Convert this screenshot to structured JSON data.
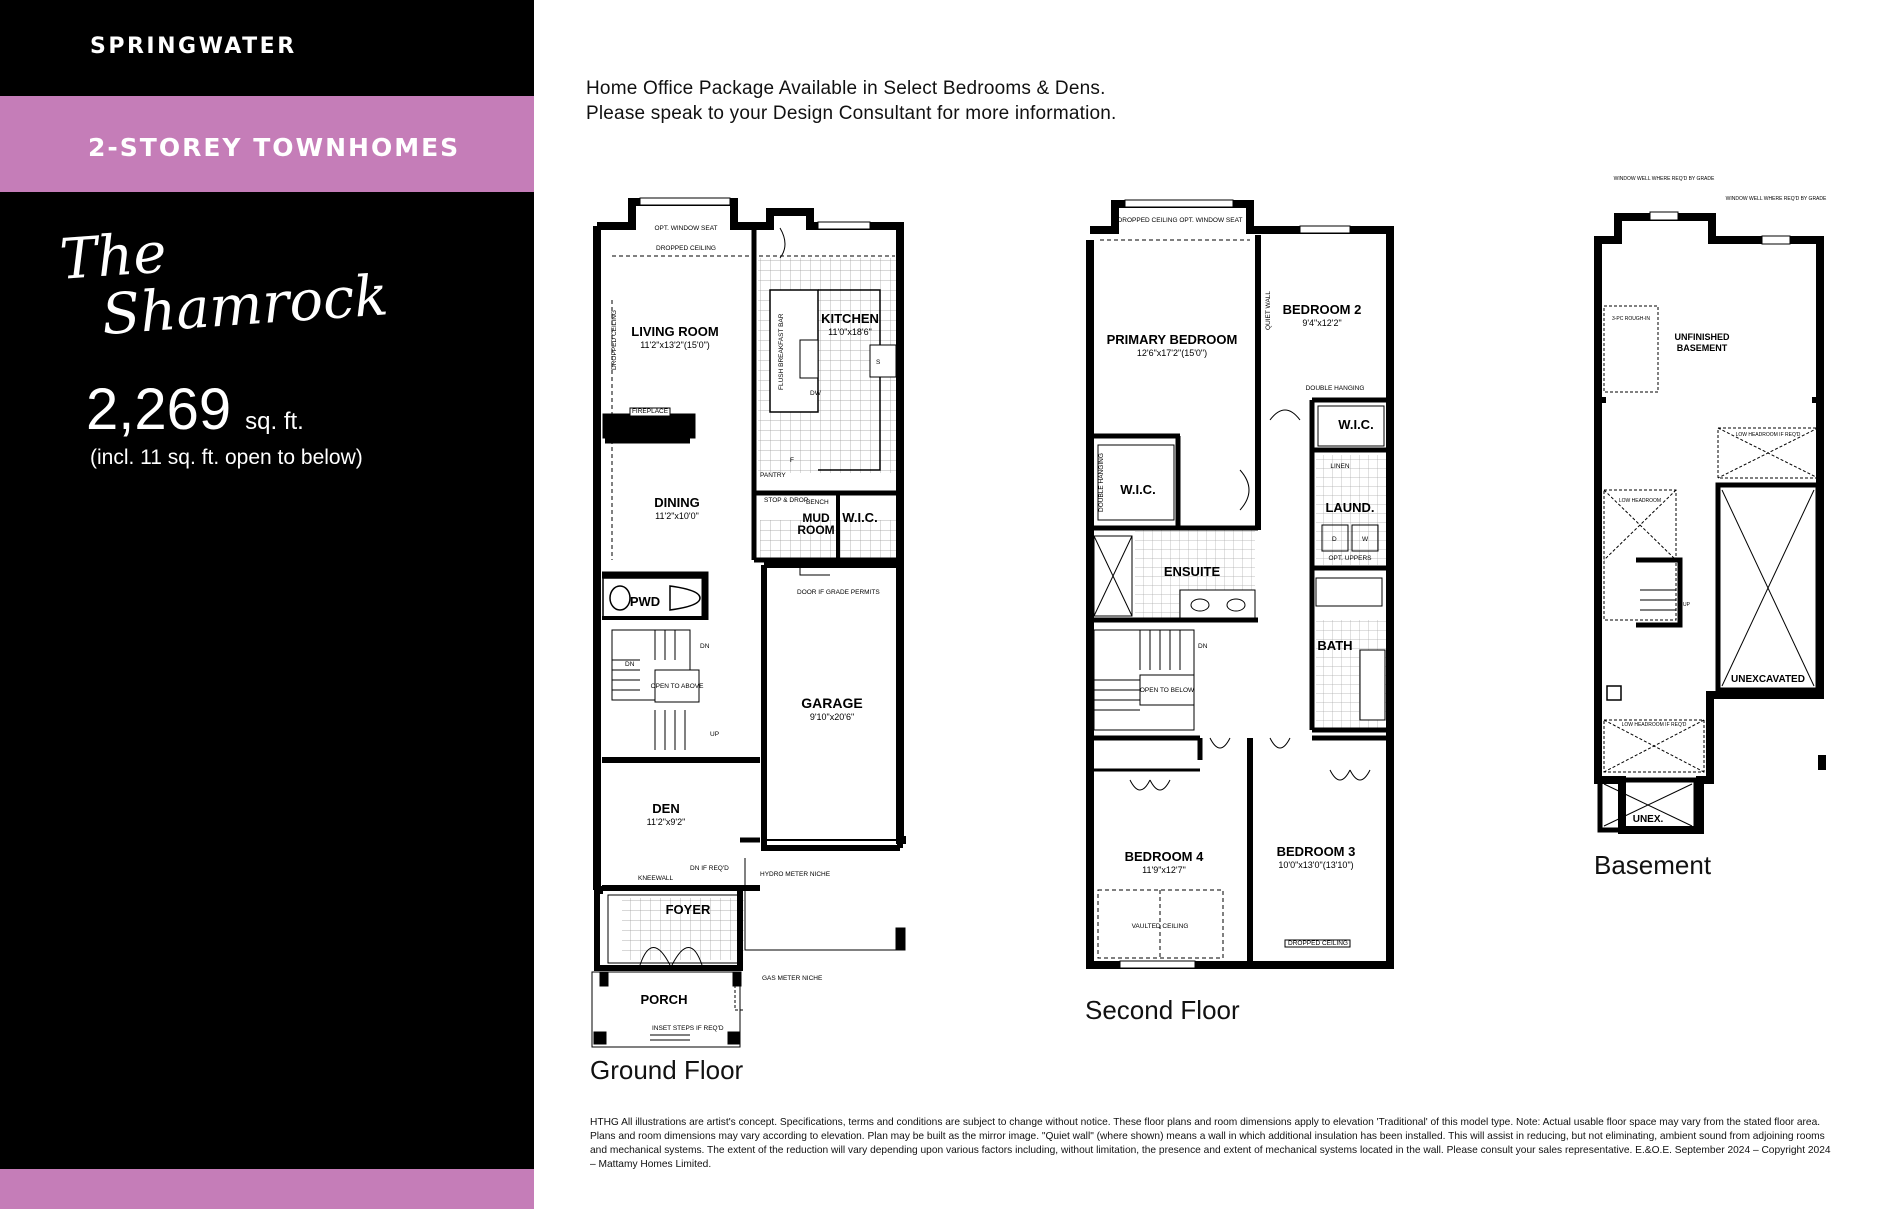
{
  "sidebar": {
    "brand": "SPRINGWATER",
    "category": "2-STOREY TOWNHOMES",
    "model_name_line1": "The",
    "model_name_line2": "Shamrock",
    "sqft_value": "2,269",
    "sqft_unit": "sq. ft.",
    "sqft_note": "(incl. 11 sq. ft. open to below)"
  },
  "notice": {
    "line1": "Home Office Package Available in Select Bedrooms & Dens.",
    "line2": "Please speak to your Design Consultant for more information."
  },
  "ground_floor": {
    "label": "Ground Floor",
    "rooms": {
      "living_room": "LIVING ROOM",
      "living_room_dim": "11'2\"x13'2\"(15'0\")",
      "kitchen": "KITCHEN",
      "kitchen_dim": "11'0\"x18'6\"",
      "dining": "DINING",
      "dining_dim": "11'2\"x10'0\"",
      "pwd": "PWD",
      "mud_room": "MUD",
      "mud_room_2": "ROOM",
      "wic": "W.I.C.",
      "garage": "GARAGE",
      "garage_dim": "9'10\"x20'6\"",
      "den": "DEN",
      "den_dim": "11'2\"x9'2\"",
      "foyer": "FOYER",
      "porch": "PORCH"
    },
    "notes": {
      "opt_window_seat": "OPT. WINDOW SEAT",
      "dropped_ceiling": "DROPPED CEILING",
      "fireplace": "FIREPLACE",
      "pantry": "PANTRY",
      "stop_drop": "STOP & DROP",
      "bench": "BENCH",
      "open_to_above": "OPEN TO ABOVE",
      "dn": "DN",
      "up": "UP",
      "kneewall": "KNEEWALL",
      "dn_if_reqd": "DN IF REQ'D",
      "door_if_grade_permits": "DOOR IF GRADE PERMITS",
      "hydro_meter": "HYDRO METER NICHE",
      "gas_meter": "GAS METER NICHE",
      "inset_steps": "INSET STEPS IF REQ'D",
      "flush_breakfast_bar": "FLUSH BREAKFAST BAR",
      "dw": "DW",
      "f": "F",
      "s": "S"
    }
  },
  "second_floor": {
    "label": "Second Floor",
    "rooms": {
      "primary_bedroom": "PRIMARY BEDROOM",
      "primary_bedroom_dim": "12'6\"x17'2\"(15'0\")",
      "bedroom2": "BEDROOM 2",
      "bedroom2_dim": "9'4\"x12'2\"",
      "wic1": "W.I.C.",
      "wic2": "W.I.C.",
      "laund": "LAUND.",
      "ensuite": "ENSUITE",
      "bath": "BATH",
      "bedroom4": "BEDROOM 4",
      "bedroom4_dim": "11'9\"x12'7\"",
      "bedroom3": "BEDROOM 3",
      "bedroom3_dim": "10'0\"x13'0\"(13'10\")"
    },
    "notes": {
      "dropped_ceiling_window": "DROPPED CEILING OPT. WINDOW SEAT",
      "double_hanging": "DOUBLE HANGING",
      "quiet_wall": "QUIET WALL",
      "linen": "LINEN",
      "opt_uppers": "OPT. UPPERS",
      "open_to_below": "OPEN TO BELOW",
      "vaulted_ceiling": "VAULTED CEILING",
      "dropped_ceiling": "DROPPED CEILING",
      "dn": "DN",
      "d": "D",
      "w": "W"
    }
  },
  "basement": {
    "label": "Basement",
    "rooms": {
      "unfinished": "UNFINISHED",
      "unfinished_2": "BASEMENT",
      "unexcavated": "UNEXCAVATED",
      "unex": "UNEX."
    },
    "notes": {
      "window_well_1": "WINDOW WELL WHERE REQ'D BY GRADE",
      "window_well_2": "WINDOW WELL WHERE REQ'D BY GRADE",
      "rough_in": "3-PC ROUGH-IN",
      "low_headroom": "LOW HEADROOM IF REQ'D",
      "low_headroom_2": "LOW HEADROOM",
      "low_headroom_3": "LOW HEADROOM IF REQ'D",
      "up": "UP"
    }
  },
  "disclaimer": "HTHG All illustrations are artist's concept. Specifications, terms and conditions are subject to change without notice. These floor plans and room dimensions apply to elevation 'Traditional' of this model type. Note: Actual usable floor space may vary from the stated floor area. Plans and room dimensions may vary according to elevation. Plan may be built as the mirror image. \"Quiet wall\" (where shown) means a wall in which additional insulation has been installed. This will assist in reducing, but not eliminating, ambient sound from adjoining rooms and mechanical systems. The extent of the reduction will vary depending upon various factors including, without limitation, the presence and extent of mechanical systems located in the wall. Please consult your sales representative. E.&O.E. September 2024 – Copyright 2024 – Mattamy Homes Limited.",
  "colors": {
    "sidebar_bg": "#000000",
    "accent_band": "#c57db8",
    "text_dark": "#111111"
  }
}
